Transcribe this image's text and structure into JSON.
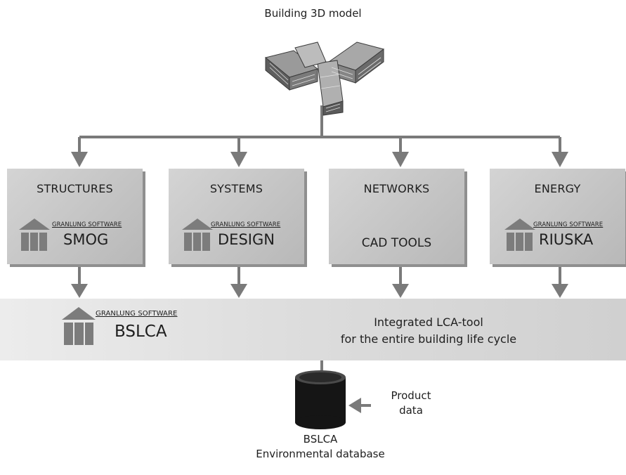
{
  "model": {
    "title": "Building 3D model"
  },
  "boxes": [
    {
      "title": "STRUCTURES",
      "brand": "GRANLUNG SOFTWARE",
      "product": "SMOG",
      "tool": ""
    },
    {
      "title": "SYSTEMS",
      "brand": "GRANLUNG SOFTWARE",
      "product": "DESIGN",
      "tool": ""
    },
    {
      "title": "NETWORKS",
      "brand": "",
      "product": "",
      "tool": "CAD TOOLS"
    },
    {
      "title": "ENERGY",
      "brand": "GRANLUNG SOFTWARE",
      "product": "RIUSKA",
      "tool": ""
    }
  ],
  "integration": {
    "brand": "GRANLUNG SOFTWARE",
    "product": "BSLCA",
    "line1": "Integrated LCA-tool",
    "line2": "for the entire building life cycle"
  },
  "database": {
    "input_line1": "Product",
    "input_line2": "data",
    "name": "BSLCA",
    "description": "Environmental database"
  },
  "colors": {
    "box_fill": "#c6c6c6",
    "arrow": "#7a7a7a",
    "logo": "#7c7c7c",
    "database": "#151515"
  },
  "icons": [
    "building-3d-model-icon",
    "granlung-logo-icon",
    "database-cylinder-icon"
  ]
}
